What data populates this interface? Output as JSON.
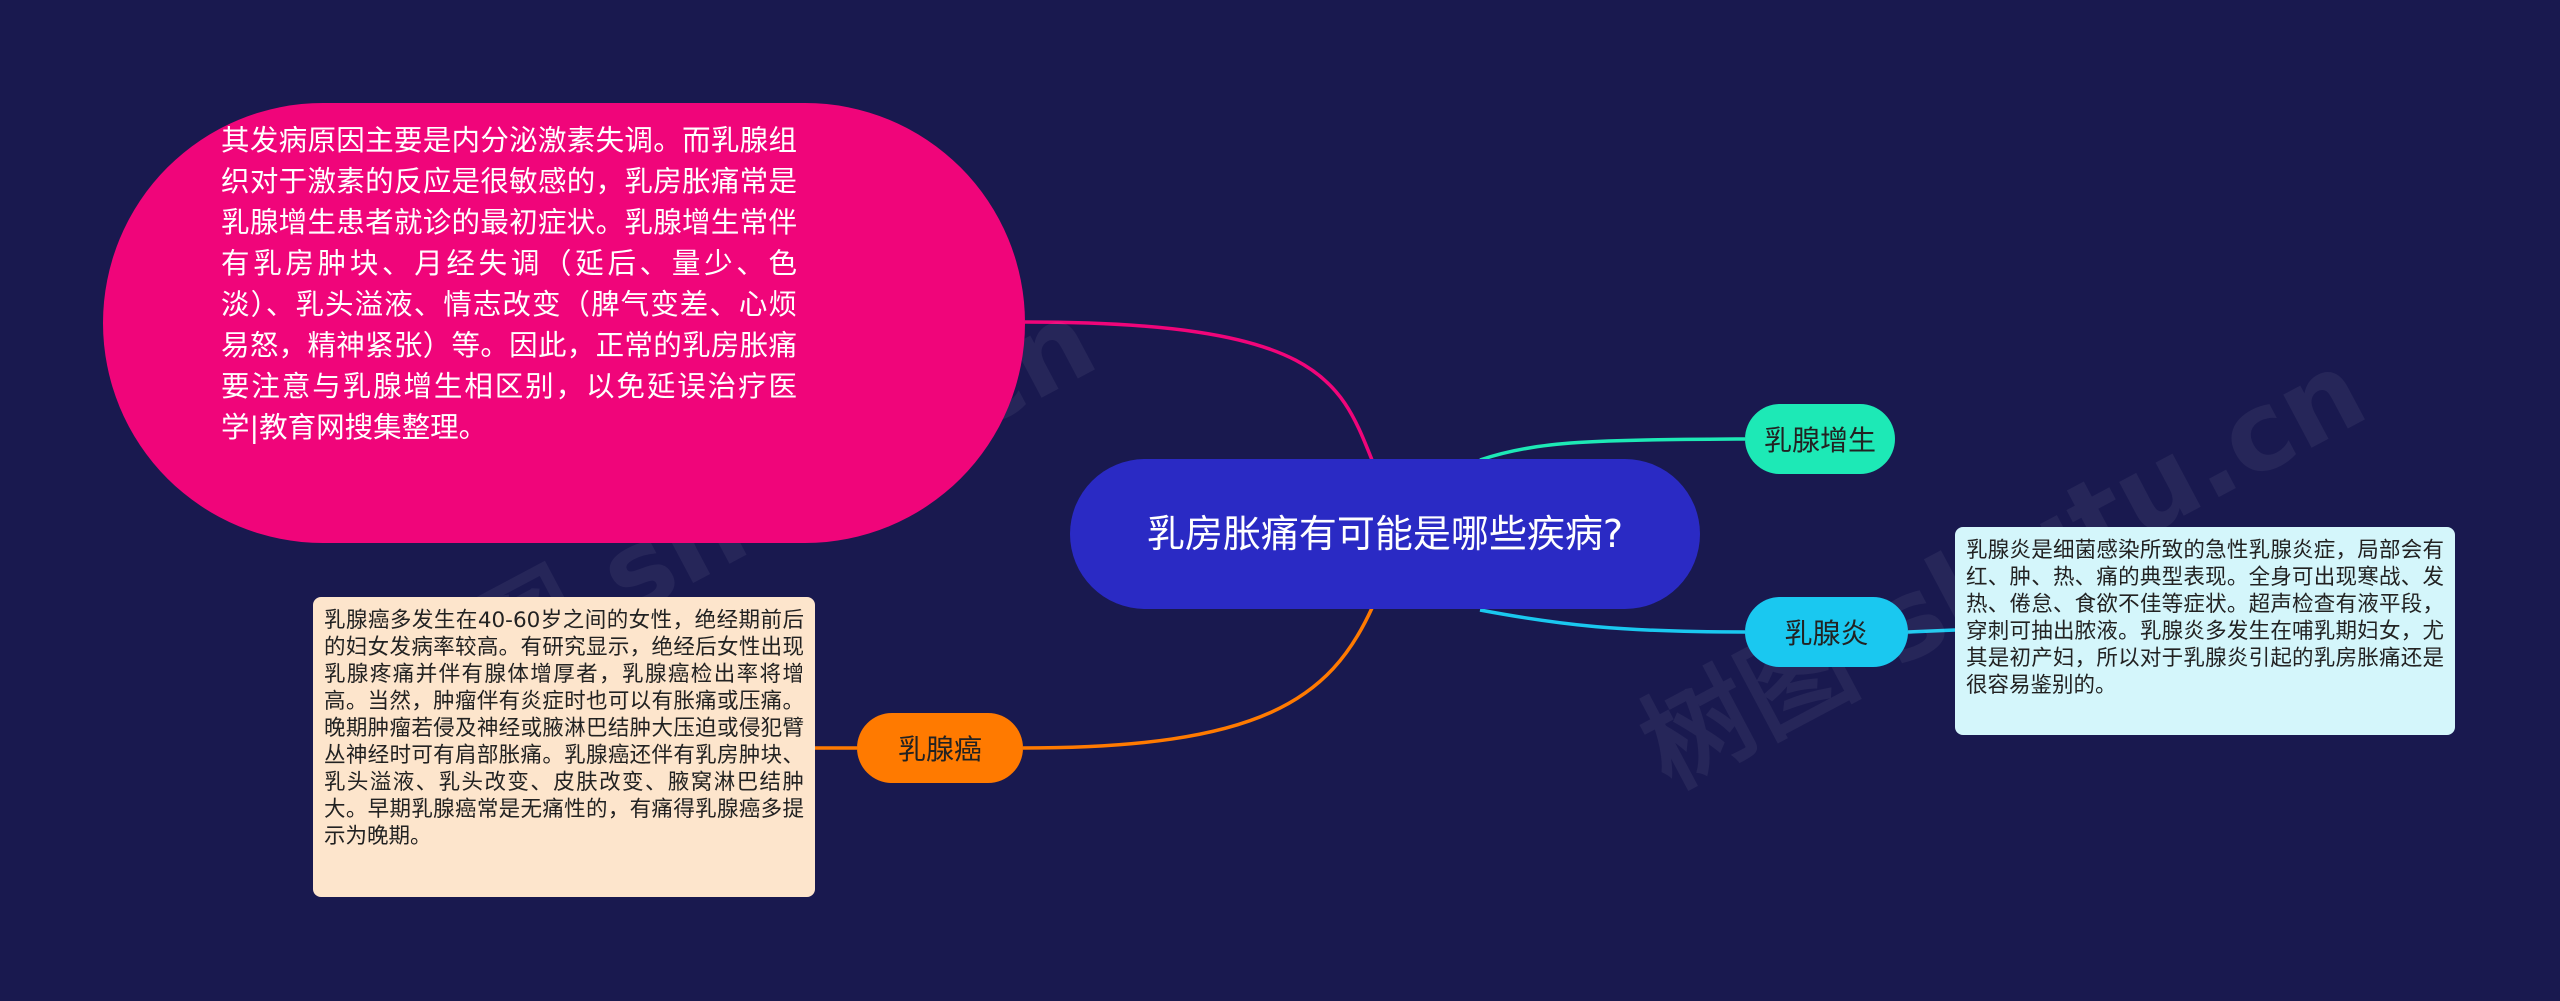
{
  "center": {
    "label": "乳房胀痛有可能是哪些疾病?"
  },
  "notes": {
    "cause": "其发病原因主要是内分泌激素失调。而乳腺组织对于激素的反应是很敏感的，乳房胀痛常是乳腺增生患者就诊的最初症状。乳腺增生常伴有乳房肿块、月经失调（延后、量少、色淡）、乳头溢液、情志改变（脾气变差、心烦易怒，精神紧张）等。因此，正常的乳房胀痛要注意与乳腺增生相区别，以免延误治疗医学|教育网搜集整理。"
  },
  "branches": {
    "zengsheng": {
      "label": "乳腺增生"
    },
    "yan": {
      "label": "乳腺炎",
      "detail": "乳腺炎是细菌感染所致的急性乳腺炎症，局部会有红、肿、热、痛的典型表现。全身可出现寒战、发热、倦怠、食欲不佳等症状。超声检查有液平段，穿刺可抽出脓液。乳腺炎多发生在哺乳期妇女，尤其是初产妇，所以对于乳腺炎引起的乳房胀痛还是很容易鉴别的。"
    },
    "ai": {
      "label": "乳腺癌",
      "detail": "乳腺癌多发生在40-60岁之间的女性，绝经期前后的妇女发病率较高。有研究显示，绝经后女性出现乳腺疼痛并伴有腺体增厚者，乳腺癌检出率将增高。当然，肿瘤伴有炎症时也可以有胀痛或压痛。晚期肿瘤若侵及神经或腋淋巴结肿大压迫或侵犯臂丛神经时可有肩部胀痛。乳腺癌还伴有乳房肿块、乳头溢液、乳头改变、皮肤改变、腋窝淋巴结肿大。早期乳腺癌常是无痛性的，有痛得乳腺癌多提示为晚期。"
    }
  },
  "watermark": {
    "left": "树图 shutu.cn",
    "right": "树图 shutu.cn"
  },
  "colors": {
    "background": "#19194f",
    "center": "#2a2ac4",
    "pink": "#f0057a",
    "teal": "#1de9b6",
    "cyan": "#1ac8f0",
    "orange": "#ff7a00"
  }
}
